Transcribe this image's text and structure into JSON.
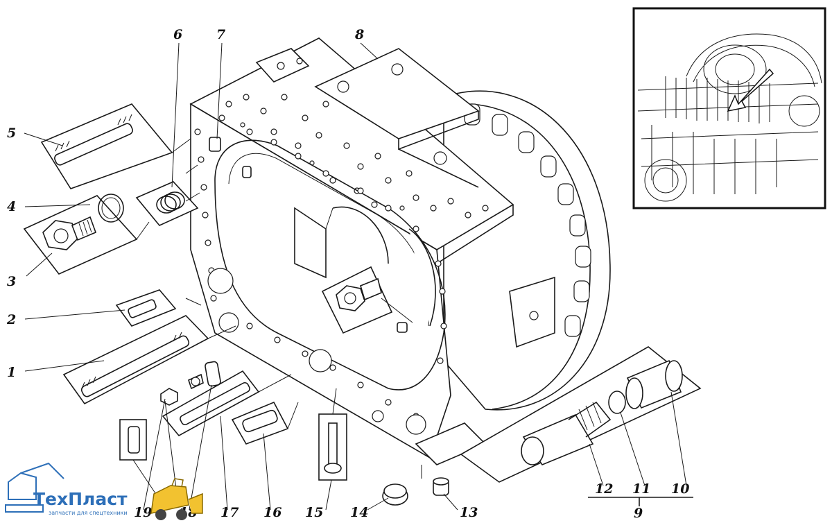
{
  "callouts": {
    "n1": "1",
    "n2": "2",
    "n3": "3",
    "n4": "4",
    "n5": "5",
    "n6": "6",
    "n7": "7",
    "n8": "8",
    "n9": "9",
    "n10": "10",
    "n11": "11",
    "n12": "12",
    "n13": "13",
    "n14": "14",
    "n15": "15",
    "n16": "16",
    "n17": "17",
    "n18": "18",
    "n19": "19"
  },
  "logo": {
    "name": "ТехПласт",
    "tagline": "запчасти для спецтехники",
    "colors": {
      "blue": "#2d6fb8",
      "yellow": "#f2c230"
    }
  }
}
